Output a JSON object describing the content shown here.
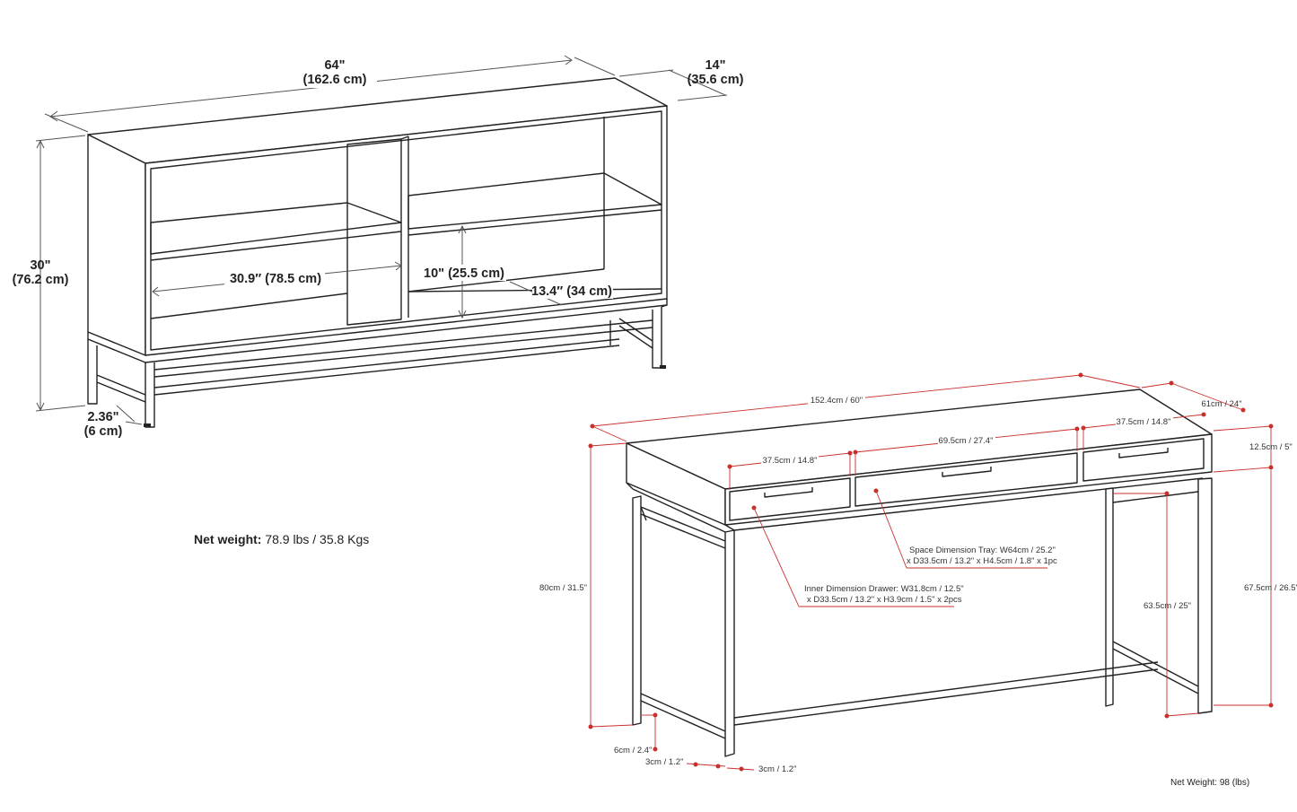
{
  "cabinet": {
    "width_in": "64\"",
    "width_cm": "(162.6 cm)",
    "depth_in": "14\"",
    "depth_cm": "(35.6 cm)",
    "height_in": "30\"",
    "height_cm": "(76.2 cm)",
    "leg_in": "2.36\"",
    "leg_cm": "(6 cm)",
    "inner_width": "30.9″ (78.5 cm)",
    "inner_height": "10\" (25.5 cm)",
    "inner_depth": "13.4″ (34 cm)",
    "weight_label": "Net weight:",
    "weight_value": " 78.9 lbs / 35.8 Kgs"
  },
  "desk": {
    "width": "152.4cm / 60\"",
    "depth": "61cm / 24\"",
    "drawer_left": "37.5cm / 14.8\"",
    "drawer_middle": "69.5cm / 27.4\"",
    "drawer_right": "37.5cm / 14.8\"",
    "top_height": "12.5cm / 5\"",
    "total_height": "80cm / 31.5\"",
    "frame_height_outer": "67.5cm / 26.5\"",
    "frame_height_inner": "63.5cm / 25\"",
    "tray_line1": "Space Dimension Tray: W64cm / 25.2\"",
    "tray_line2": "x D33.5cm / 13.2\" x H4.5cm / 1.8\" x 1pc",
    "drawer_line1": "Inner Dimension Drawer: W31.8cm / 12.5\"",
    "drawer_line2": "x D33.5cm / 13.2\" x H3.9cm / 1.5\" x 2pcs",
    "foot_height": "6cm / 2.4\"",
    "leg_a": "3cm / 1.2\"",
    "leg_b": "3cm / 1.2\"",
    "weight": "Net Weight:  98 (lbs)"
  },
  "colors": {
    "line": "#222222",
    "dim_red": "#d0262b",
    "dim_grey": "#555555"
  }
}
